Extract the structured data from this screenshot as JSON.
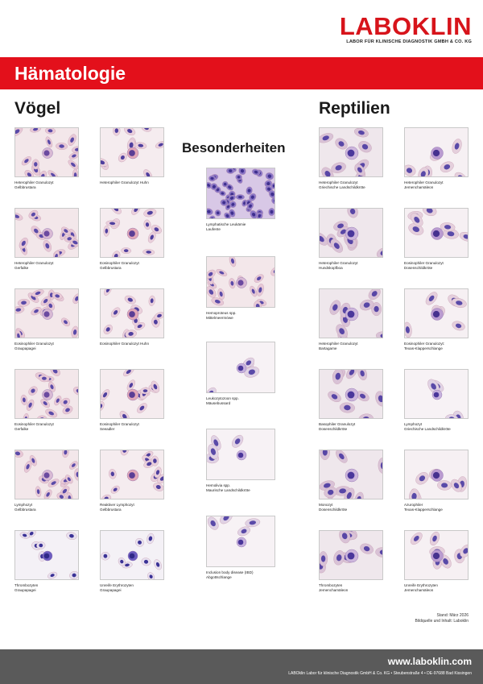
{
  "logo": {
    "word": "LABOKLIN",
    "subtitle": "LABOR FÜR KLINISCHE DIAGNOSTIK GMBH & CO. KG"
  },
  "header": {
    "title": "Hämatologie"
  },
  "sections": {
    "voegel": "Vögel",
    "besonderheiten": "Besonderheiten",
    "reptilien": "Reptilien"
  },
  "voegel_cards": [
    {
      "line1": "Heterophiler Granulozyt",
      "line2": "Gelbbrustara"
    },
    {
      "line1": "Heterophiler Granulozyt Huhn",
      "line2": ""
    },
    {
      "line1": "Heterophiler Granulozyt",
      "line2": "Gerfalke"
    },
    {
      "line1": "Eosinophiler Granulozyt",
      "line2": "Gelbbrustara"
    },
    {
      "line1": "Eosinophiler Granulozyt",
      "line2": "Graupapagei"
    },
    {
      "line1": "Eosinophiler Granulozyt Huhn",
      "line2": ""
    },
    {
      "line1": "Eosinophiler Granulozyt",
      "line2": "Gerfalke"
    },
    {
      "line1": "Eosinophiler Granulozyt",
      "line2": "Seeadler"
    },
    {
      "line1": "Lymphozyt",
      "line2": "Gelbbrustara"
    },
    {
      "line1": "Reaktiver Lymphozyt",
      "line2": "Gelbbrustara"
    },
    {
      "line1": "Thrombozyten",
      "line2": "Graupapagei"
    },
    {
      "line1": "Unreife Erythrozyten",
      "line2": "Graupapagei"
    }
  ],
  "besonderheiten_cards": [
    {
      "line1": "Lymphatische Leukämie",
      "line2": "Laufente"
    },
    {
      "line1": "Hemoproteus spp.",
      "line2": "Mittelmeermöwe"
    },
    {
      "line1": "Leukozytozoon spp.",
      "line2": "Mäusebussard"
    },
    {
      "line1": "Hemolivia spp.",
      "line2": "Maurische Landschildkröte"
    },
    {
      "line1": "Inclusion body disease (IBD)",
      "line2": "Abgottschlange"
    }
  ],
  "reptilien_cards": [
    {
      "line1": "Heterophiler Granulozyt",
      "line2": "Griechische Landschildkröte"
    },
    {
      "line1": "Heterophiler Granulozyt",
      "line2": "Jemenchamäleon"
    },
    {
      "line1": "Heterophiler Granulozyt",
      "line2": "Hundskopfboa"
    },
    {
      "line1": "Eosinophiler Granulozyt",
      "line2": "Dosenschildkröte"
    },
    {
      "line1": "Heterophiler Granulozyt",
      "line2": "Bartagame"
    },
    {
      "line1": "Eosinophiler Granulozyt:",
      "line2": "Texas-Klapperschlange"
    },
    {
      "line1": "Basophiler Granulozyt",
      "line2": "Dosenschildkröte"
    },
    {
      "line1": "Lymphozyt",
      "line2": "Griechische Landschildkröte"
    },
    {
      "line1": "Monozyt",
      "line2": "Dosenschildkröte"
    },
    {
      "line1": "Azurophiler",
      "line2": "Texas-Klapperschlange"
    },
    {
      "line1": "Thrombozyten",
      "line2": "Jemenchamäleon"
    },
    {
      "line1": "Unreife Erythrozyten",
      "line2": "Jemenchamäleon"
    }
  ],
  "footer": {
    "stand": "Stand: März 2026",
    "quelle": "Bildquelle und Inhalt: Laboklin",
    "url": "www.laboklin.com",
    "address": "LABOklin Labor für klinische Diagnostik GmbH & Co. KG • Steubenstraße 4 • DE-97688 Bad Kissingen"
  },
  "colors": {
    "brand_red": "#e3101b",
    "footer_gray": "#5a5a5a"
  }
}
